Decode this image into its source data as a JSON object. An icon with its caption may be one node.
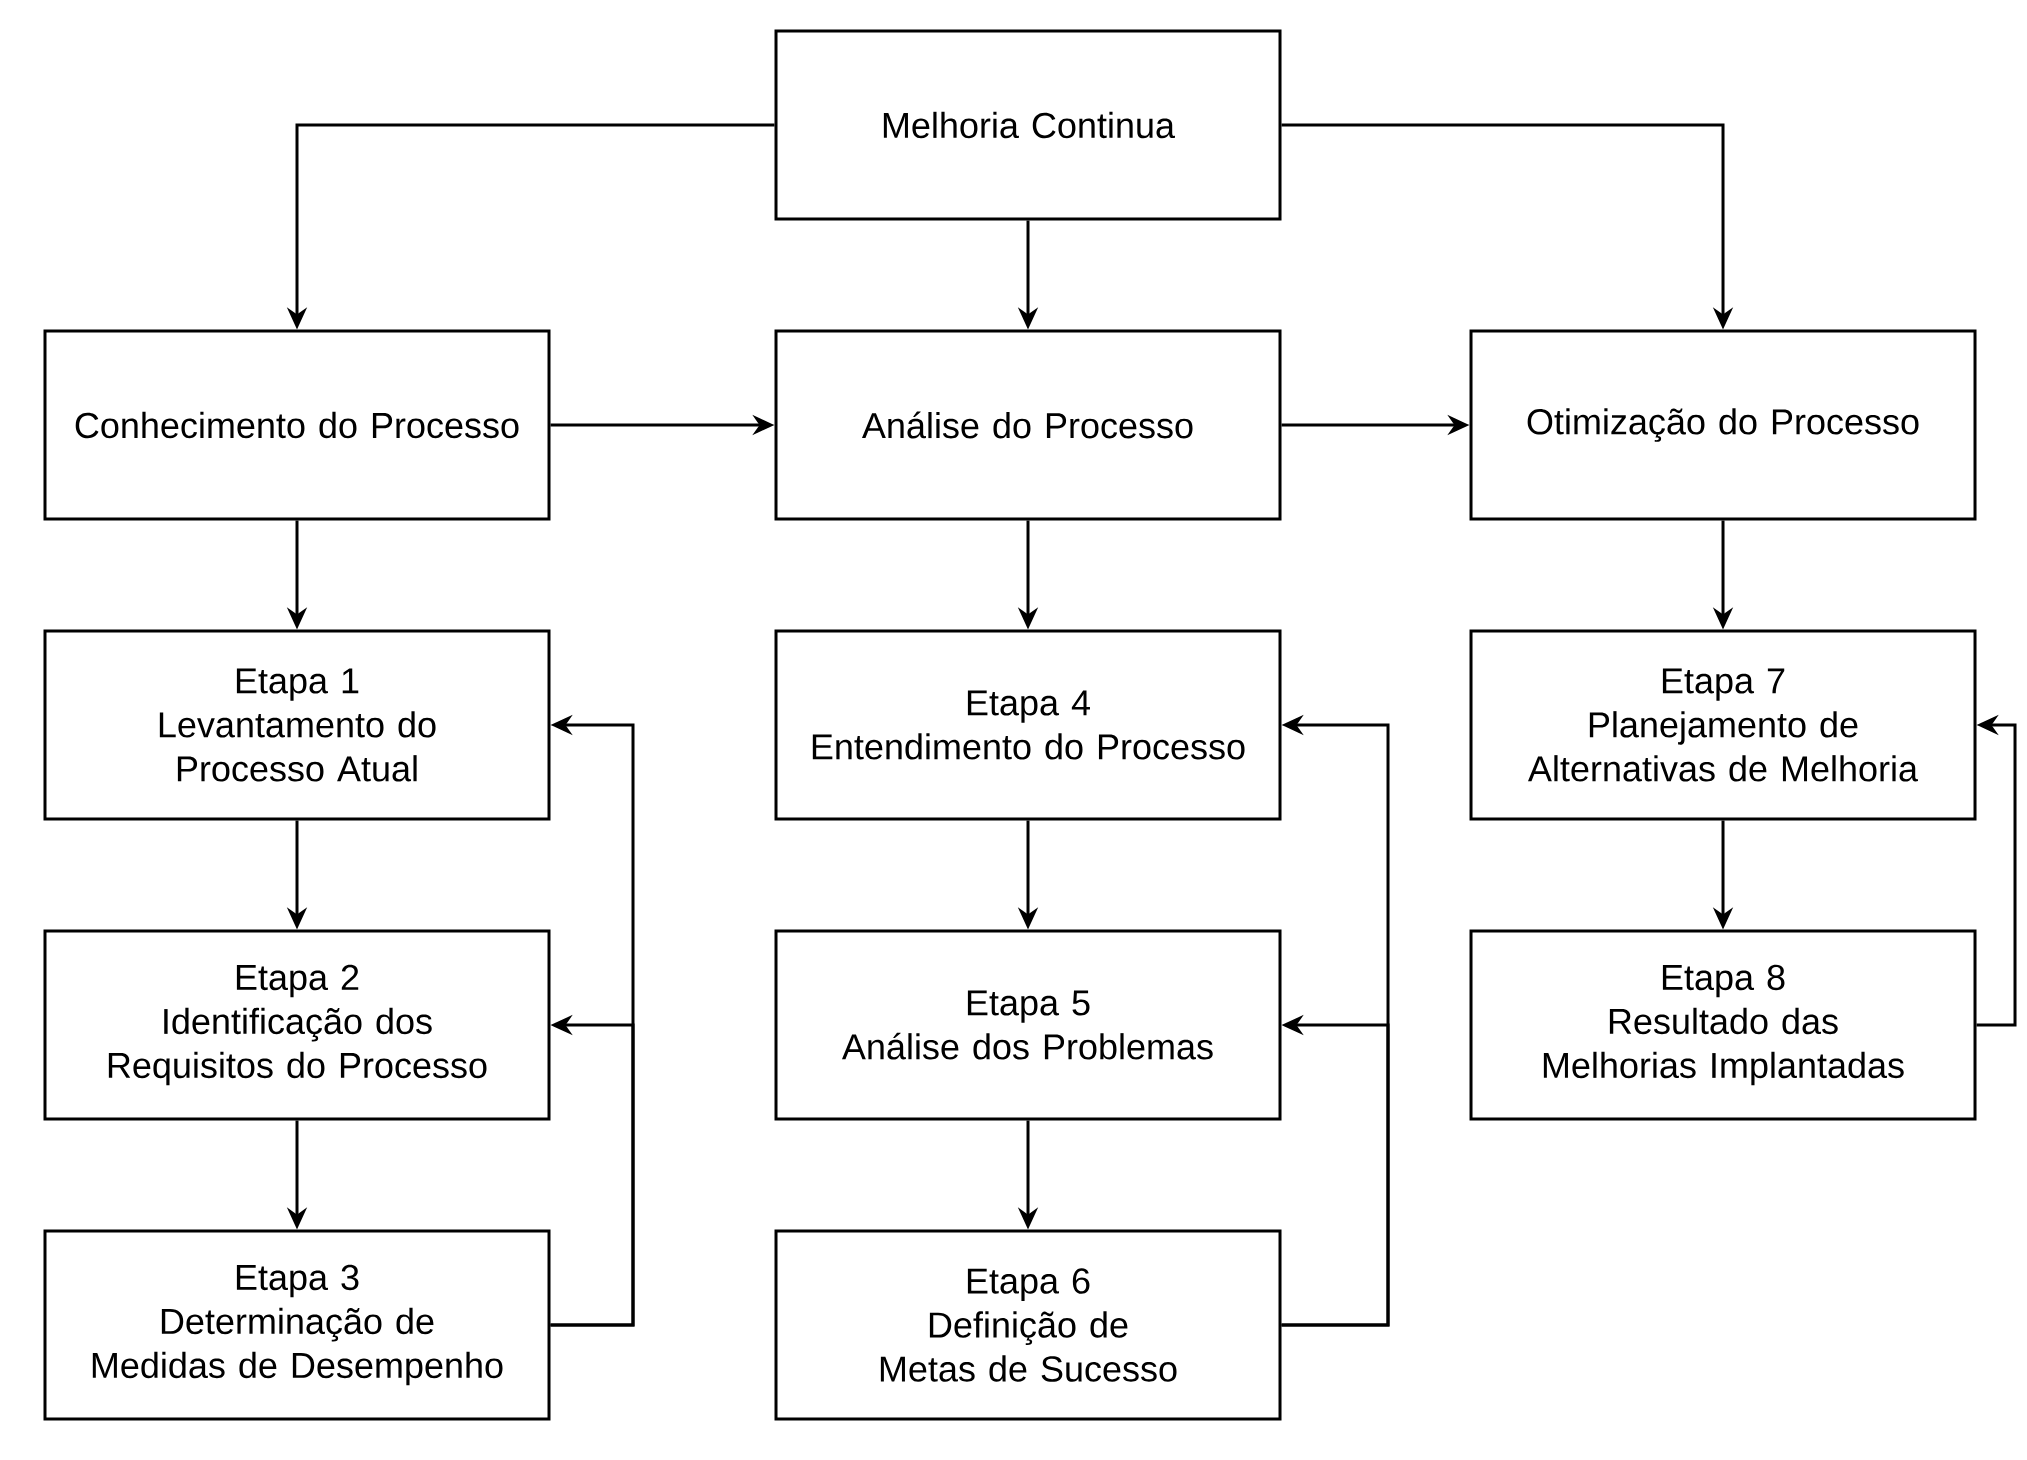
{
  "diagram": {
    "nodes": [
      {
        "text": [
          "Melhoria Continua"
        ]
      },
      {
        "text": [
          "Conhecimento do Processo"
        ]
      },
      {
        "text": [
          "Análise do Processo"
        ]
      },
      {
        "text": [
          "Otimização do Processo"
        ]
      },
      {
        "text": [
          "Etapa 1",
          "Levantamento do Processo Atual"
        ]
      },
      {
        "text": [
          "Etapa 2",
          "Identificação dos Requisitos do Processo"
        ]
      },
      {
        "text": [
          "Etapa 3",
          "Determinação de Medidas de Desempenho"
        ]
      },
      {
        "text": [
          "Etapa 4",
          "Entendimento do Processo"
        ]
      },
      {
        "text": [
          "Etapa 5",
          "Análise dos Problemas"
        ]
      },
      {
        "text": [
          "Etapa 6",
          "Definição de Metas de Sucesso"
        ]
      },
      {
        "text": [
          "Etapa 7",
          "Planejamento de Alternativas de Melhoria"
        ]
      },
      {
        "text": [
          "Etapa 8",
          "Resultado das Melhorias Implantadas"
        ]
      }
    ],
    "edges": [
      {
        "from": 0,
        "to": 1,
        "arrow": "to"
      },
      {
        "from": 0,
        "to": 2,
        "arrow": "to"
      },
      {
        "from": 0,
        "to": 3,
        "arrow": "to"
      },
      {
        "from": 1,
        "to": 2,
        "arrow": "to"
      },
      {
        "from": 2,
        "to": 3,
        "arrow": "to"
      },
      {
        "from": 1,
        "to": 4,
        "arrow": "to"
      },
      {
        "from": 4,
        "to": 5,
        "arrow": "to"
      },
      {
        "from": 5,
        "to": 6,
        "arrow": "to"
      },
      {
        "from": 6,
        "to": 4,
        "arrow": "to"
      },
      {
        "from": 6,
        "to": 5,
        "arrow": "to"
      },
      {
        "from": 2,
        "to": 7,
        "arrow": "to"
      },
      {
        "from": 7,
        "to": 8,
        "arrow": "to"
      },
      {
        "from": 8,
        "to": 9,
        "arrow": "to"
      },
      {
        "from": 9,
        "to": 7,
        "arrow": "to"
      },
      {
        "from": 9,
        "to": 8,
        "arrow": "to"
      },
      {
        "from": 3,
        "to": 10,
        "arrow": "to"
      },
      {
        "from": 10,
        "to": 11,
        "arrow": "to"
      },
      {
        "from": 11,
        "to": 10,
        "arrow": "to"
      }
    ]
  }
}
